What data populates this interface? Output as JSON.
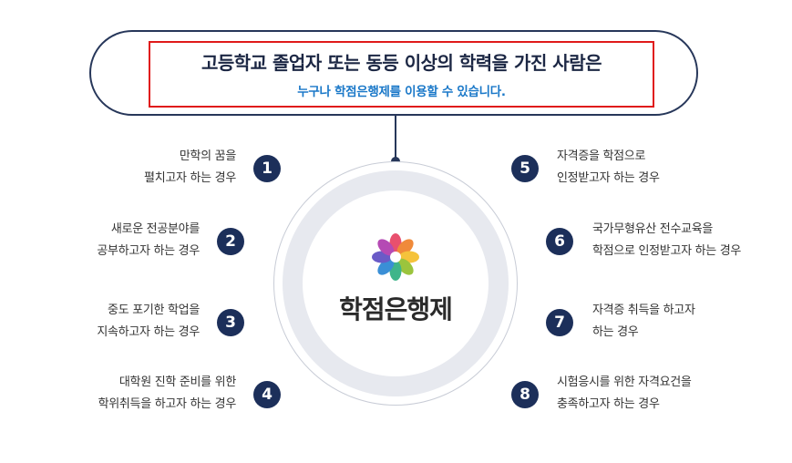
{
  "header": {
    "headline": "고등학교 졸업자 또는 동등 이상의 학력을 가진 사람은",
    "subline": "누구나 학점은행제를 이용할 수 있습니다."
  },
  "center": {
    "title": "학점은행제"
  },
  "items": [
    {
      "number": "1",
      "lines": [
        "만학의 꿈을",
        "펼치고자 하는 경우"
      ]
    },
    {
      "number": "2",
      "lines": [
        "새로운 전공분야를",
        "공부하고자 하는 경우"
      ]
    },
    {
      "number": "3",
      "lines": [
        "중도 포기한 학업을",
        "지속하고자 하는 경우"
      ]
    },
    {
      "number": "4",
      "lines": [
        "대학원 진학 준비를 위한",
        "학위취득을 하고자 하는 경우"
      ]
    },
    {
      "number": "5",
      "lines": [
        "자격증을 학점으로",
        "인정받고자 하는 경우"
      ]
    },
    {
      "number": "6",
      "lines": [
        "국가무형유산 전수교육을",
        "학점으로 인정받고자 하는 경우"
      ]
    },
    {
      "number": "7",
      "lines": [
        "자격증 취득을 하고자",
        "하는 경우"
      ]
    },
    {
      "number": "8",
      "lines": [
        "시험응시를 위한 자격요건을",
        "충족하고자 하는 경우"
      ]
    }
  ],
  "colors": {
    "navy": "#1c2f5a",
    "accent_red": "#e01a1a",
    "accent_blue": "#1a78c8"
  }
}
